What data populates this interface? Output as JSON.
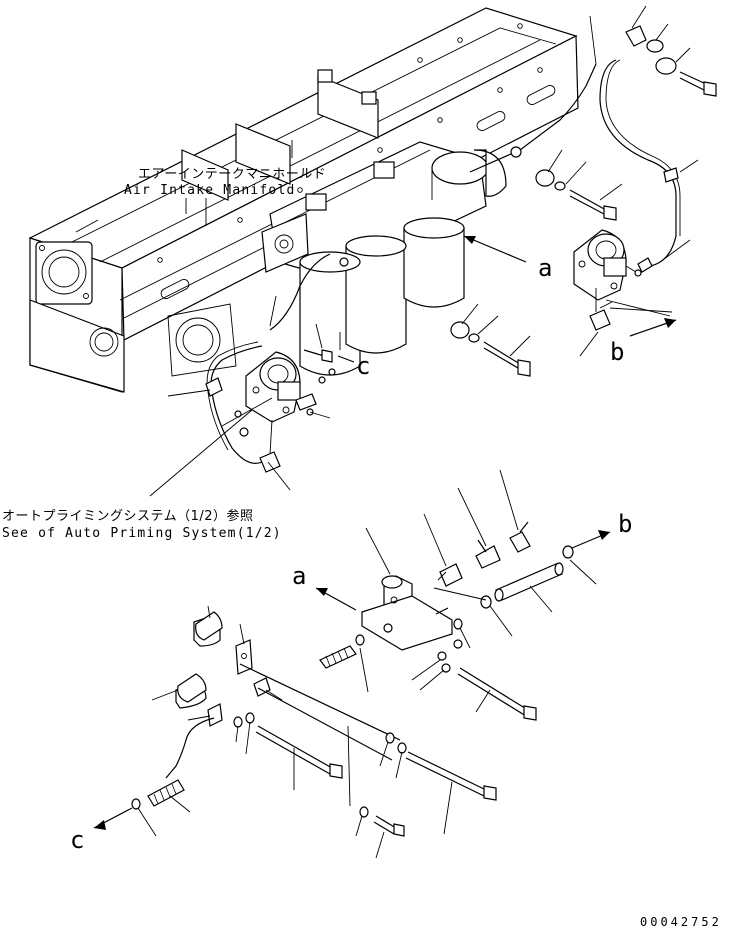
{
  "labels": {
    "manifold_jp": "エアーインテークマニホールド",
    "manifold_en": "Air Intake Manifold",
    "priming_jp": "オートプライミングシステム（1/2）参照",
    "priming_en": "See of Auto Priming System(1/2)"
  },
  "refs": {
    "a_upper": "a",
    "b_upper": "b",
    "c_upper": "c",
    "a_lower": "a",
    "b_lower": "b",
    "c_lower": "c"
  },
  "drawing_number": "00042752"
}
